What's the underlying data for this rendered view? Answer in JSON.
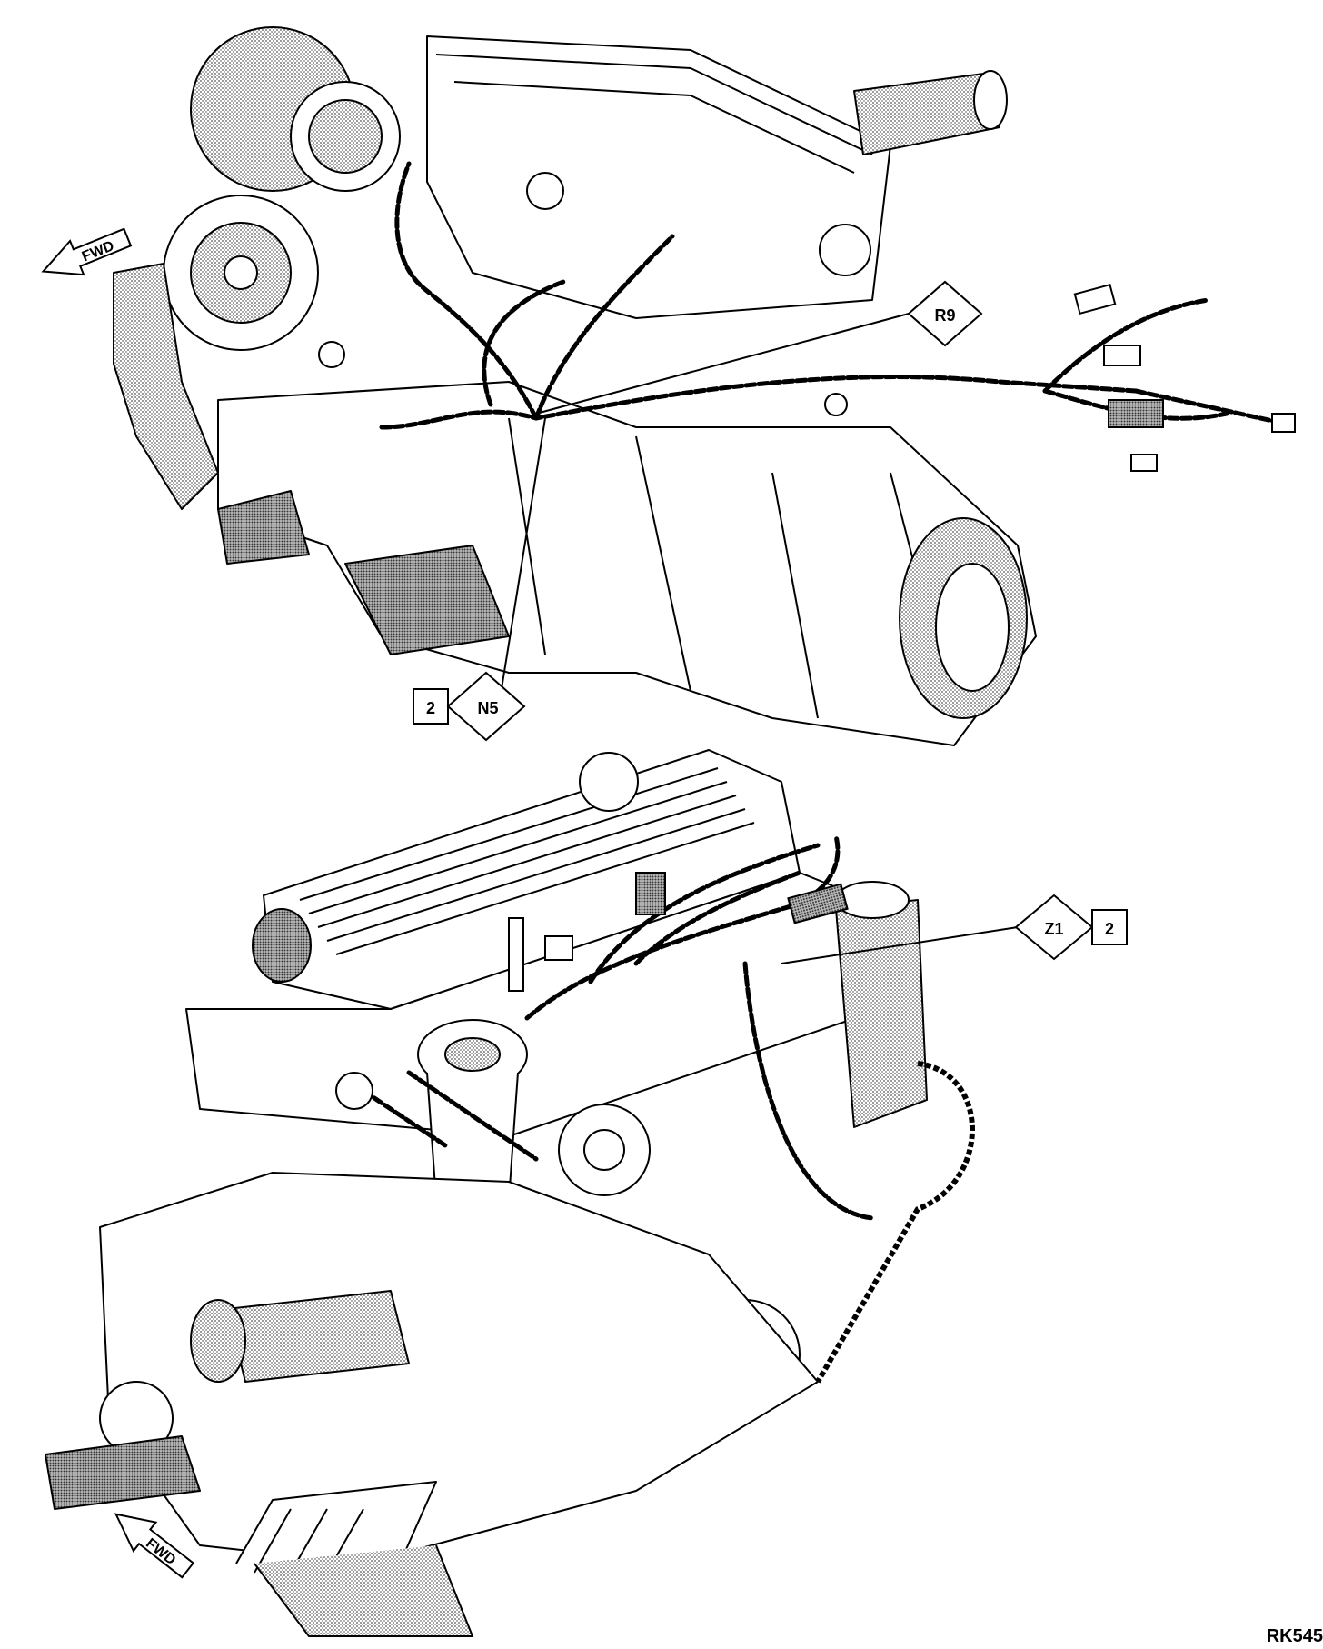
{
  "diagram": {
    "top_view": {
      "direction_arrow": "FWD",
      "callout_r9": "R9",
      "callout_n5_qty": "2",
      "callout_n5": "N5"
    },
    "bottom_view": {
      "direction_arrow": "FWD",
      "callout_z1": "Z1",
      "callout_z1_qty": "2"
    },
    "figure_code": "RK545"
  },
  "colors": {
    "ink": "#000000",
    "shade": "#9a9a9a",
    "paper": "#ffffff"
  },
  "icons": [
    "fwd-arrow-icon",
    "callout-diamond-icon",
    "callout-box-icon"
  ]
}
